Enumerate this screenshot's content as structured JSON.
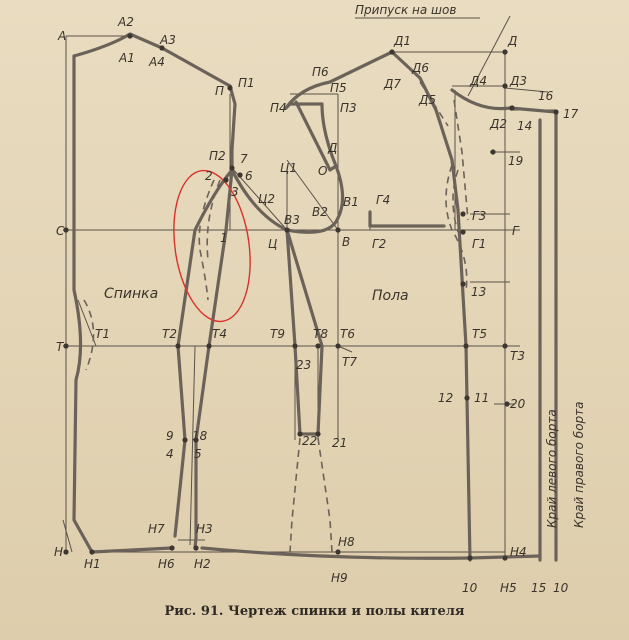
{
  "caption": "Рис. 91. Чертеж спинки и полы кителя",
  "annotation": "Припуск на шов",
  "region_labels": {
    "back": "Спинка",
    "front": "Пола"
  },
  "edge_labels": {
    "left_edge": "Край левого борта",
    "right_edge": "Край правого борта"
  },
  "points": {
    "A": "А",
    "A1": "А1",
    "A2": "А2",
    "A3": "А3",
    "A4": "А4",
    "P": "П",
    "P1": "П1",
    "P2": "П2",
    "P3": "П3",
    "P4": "П4",
    "P5": "П5",
    "P6": "П6",
    "D": "Д",
    "D1": "Д1",
    "D2": "Д2",
    "D3": "Д3",
    "D4": "Д4",
    "D5": "Д5",
    "D6": "Д6",
    "D7": "Д7",
    "Dsm": "Д",
    "Osm": "О",
    "C": "С",
    "Ts": "Ц",
    "Ts1": "Ц1",
    "Ts2": "Ц2",
    "V": "В",
    "V1": "В1",
    "V2": "В2",
    "V3": "В3",
    "G": "Г",
    "G1": "Г1",
    "G2": "Г2",
    "G3": "Г3",
    "G4": "Г4",
    "T": "Т",
    "T1": "Т1",
    "T2": "Т2",
    "T3": "Т3",
    "T4": "Т4",
    "T5": "Т5",
    "T6": "Т6",
    "T7": "Т7",
    "T8": "Т8",
    "T9": "Т9",
    "N": "Н",
    "N1": "Н1",
    "N2": "Н2",
    "N3": "Н3",
    "N4": "Н4",
    "N5": "Н5",
    "N6": "Н6",
    "N7": "Н7",
    "N8": "Н8",
    "N9": "Н9",
    "n1": "1",
    "n2": "2",
    "n3": "3",
    "n4": "4",
    "n5": "5",
    "n6": "6",
    "n7": "7",
    "n9": "9",
    "n10": "10",
    "n10b": "10",
    "n11": "11",
    "n12": "12",
    "n13": "13",
    "n14": "14",
    "n15": "15",
    "n16": "16",
    "n17": "17",
    "n18": "18",
    "n19": "19",
    "n20": "20",
    "n21": "21",
    "n22": "22",
    "n23": "23"
  },
  "colors": {
    "ink": "#3a342c",
    "line": "#6b6259",
    "paper": "#e6d8bb",
    "highlight": "#d8322a"
  }
}
